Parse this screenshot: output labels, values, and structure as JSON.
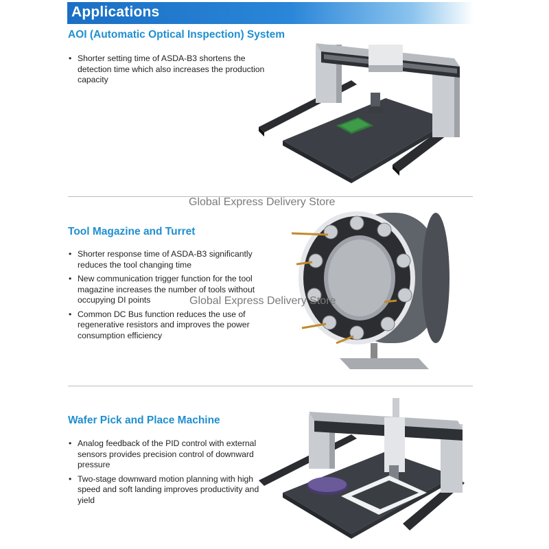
{
  "banner": {
    "title": "Applications"
  },
  "sections": [
    {
      "title": "AOI (Automatic Optical Inspection) System",
      "bullets": [
        "Shorter setting time of ASDA-B3 shortens the detection time which also increases the production capacity"
      ]
    },
    {
      "title": "Tool Magazine and Turret",
      "bullets": [
        "Shorter response time of ASDA-B3 significantly reduces the tool changing time",
        "New communication trigger function for the tool magazine increases the number of tools without occupying DI points",
        "Common DC Bus function reduces the use of regenerative resistors and improves the power consumption efficiency"
      ]
    },
    {
      "title": "Wafer Pick and Place Machine",
      "bullets": [
        "Analog feedback of the PID control with external sensors provides precision control of downward pressure",
        "Two-stage downward motion planning with high speed and soft landing improves productivity and yield"
      ]
    }
  ],
  "watermark": "Global Express Delivery Store"
}
